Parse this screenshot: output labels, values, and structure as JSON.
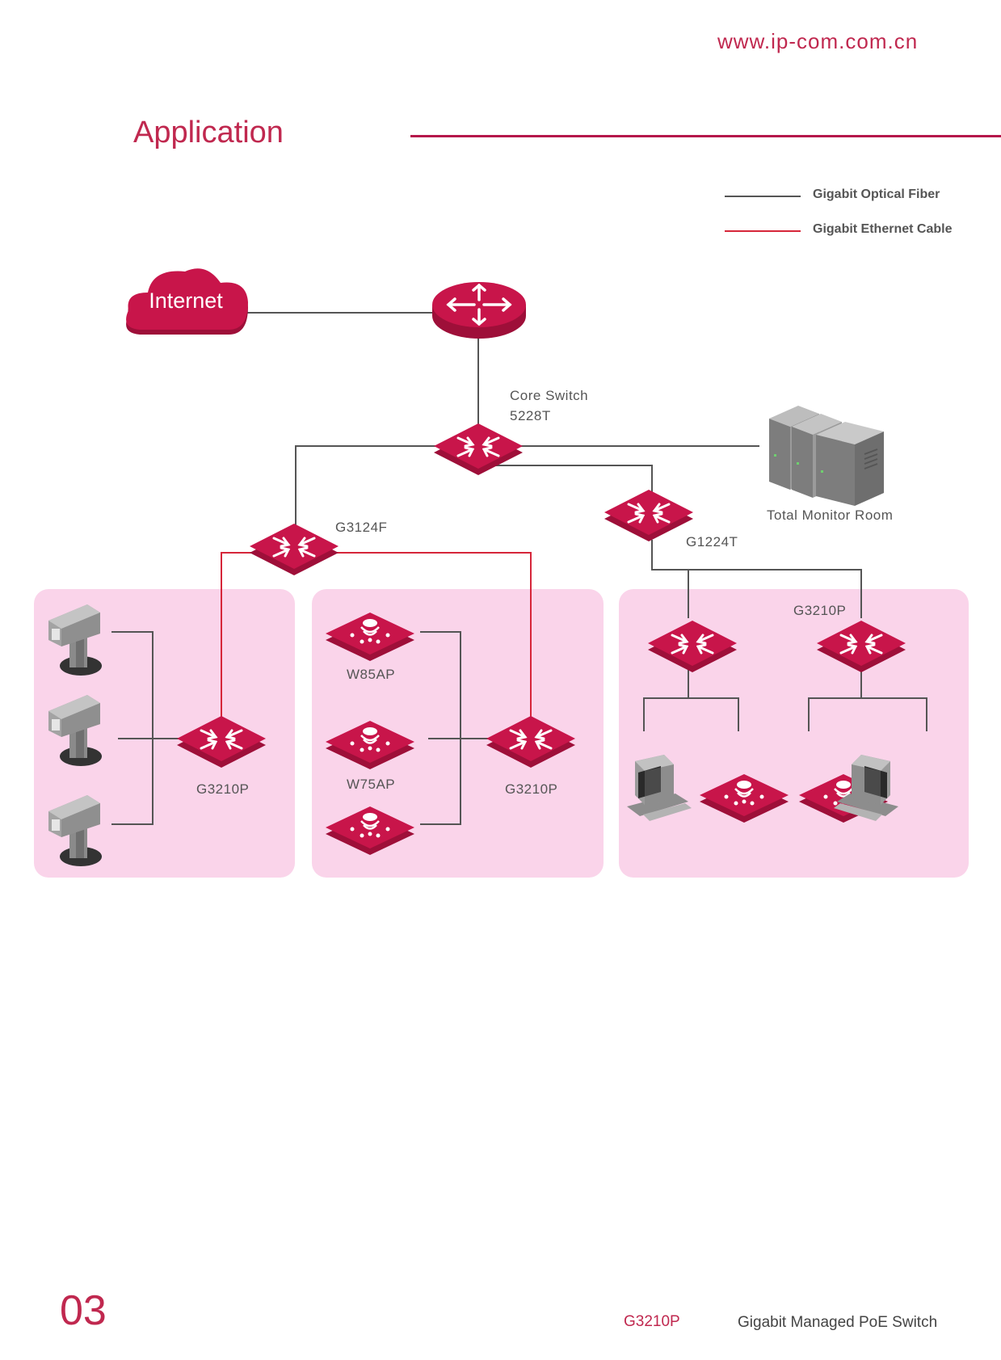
{
  "header": {
    "url": "www.ip-com.com.cn"
  },
  "section": {
    "title": "Application"
  },
  "legend": [
    {
      "label": "Gigabit Optical Fiber",
      "color": "#555555"
    },
    {
      "label": "Gigabit Ethernet Cable",
      "color": "#d6263a"
    }
  ],
  "nodes": {
    "internet": "Internet",
    "core_switch_line1": "Core Switch",
    "core_switch_line2": "5228T",
    "monitor_room": "Total Monitor Room",
    "agg_left": "G3124F",
    "agg_right": "G1224T",
    "g3210p_cameras": "G3210P",
    "g3210p_aps": "G3210P",
    "g3210p_office": "G3210P",
    "ap_w85": "W85AP",
    "ap_w75": "W75AP"
  },
  "footer": {
    "page_number": "03",
    "model": "G3210P",
    "description": "Gigabit Managed PoE Switch"
  },
  "colors": {
    "accent": "#c0284f",
    "device": "#c8154a",
    "zone": "#fad4ea",
    "fiber": "#555555",
    "ethernet": "#d6263a"
  }
}
